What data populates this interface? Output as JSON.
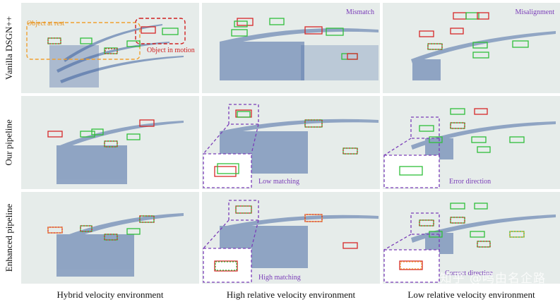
{
  "rows": [
    "Vanilla DSGN++",
    "Our pipeline",
    "Enhanced pipeline"
  ],
  "columns": [
    "Hybrid velocity environment",
    "High relative velocity environment",
    "Low relative velocity environment"
  ],
  "annotations": {
    "object_at_rest": "Object at rest",
    "object_in_motion": "Object in motion",
    "mismatch": "Mismatch",
    "misalignment": "Misalignment",
    "low_matching": "Low matching",
    "error_direction": "Error direction",
    "high_matching": "High matching",
    "correct_direction": "Correct direction"
  },
  "watermark": "知乎 @鸣由名企路",
  "colors": {
    "panel_bg": "#e6ecea",
    "points": "#3b5f9e",
    "gt_box": "#2fbf3a",
    "pred_box": "#d62828",
    "callout": "#7a3db8",
    "rest": "#f0a030",
    "motion": "#d11f1f"
  }
}
